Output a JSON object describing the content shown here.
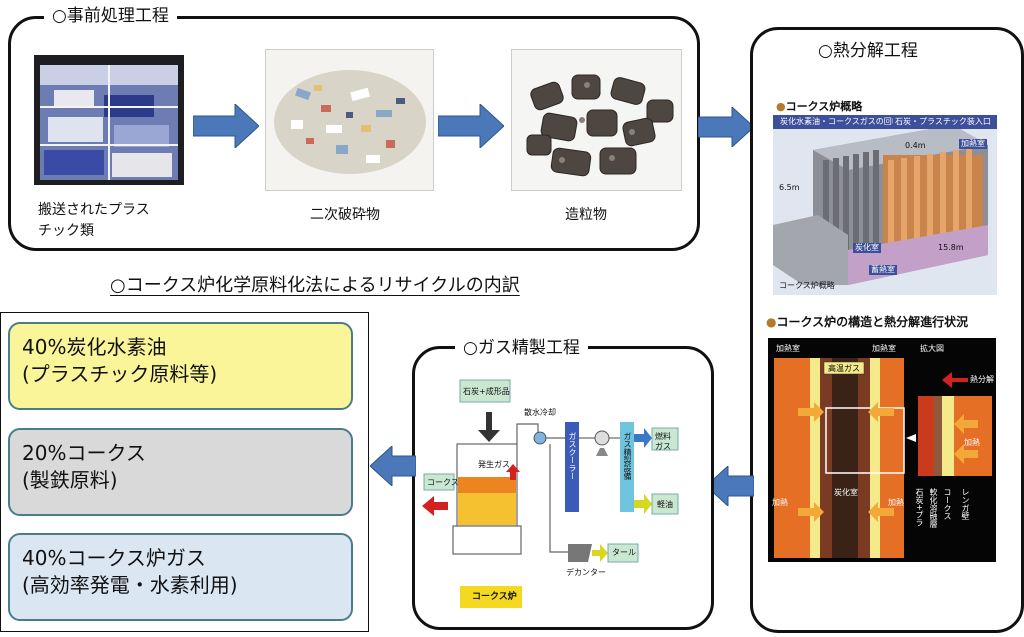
{
  "pretreatment": {
    "title": "○事前処理工程",
    "steps": [
      {
        "caption_line1": "搬送されたプラス",
        "caption_line2": "チック類"
      },
      {
        "caption_line1": "二次破砕物"
      },
      {
        "caption_line1": "造粒物"
      }
    ]
  },
  "pyrolysis": {
    "title": "○熱分解工程",
    "overview_label": "コークス炉概略",
    "overview_texts": {
      "charge": "炭化水素油・コークスガスの回収装置",
      "inlet": "石炭・プラスチック装入口",
      "heat_chamber": "加熱室",
      "width": "0.4m",
      "height": "6.5m",
      "carbon_room": "炭化室",
      "combustion": "蓄熱室",
      "length": "15.8m",
      "caption": "コークス炉概略"
    },
    "structure_label": "コークス炉の構造と熱分解進行状況",
    "structure_texts": {
      "heat_left": "加熱室",
      "heat_right": "加熱室",
      "hot_gas": "高温ガス",
      "enlarged": "拡大図",
      "heat_flow": "熱分解",
      "heat_side1": "加熱",
      "heat_side2": "加熱",
      "heat_side3": "加熱",
      "carbon_room": "炭化室",
      "coal_plastic": "石炭+プラ",
      "softened": "軟化溶融層",
      "coke": "コークス",
      "brick_wall": "レンガ壁"
    }
  },
  "gas_refining": {
    "title": "○ガス精製工程",
    "texts": {
      "input": "石炭+成形品",
      "water_cooler": "散水冷却",
      "generated_gas": "発生ガス",
      "coke": "コークス",
      "gas_cooler": "ガスクーラー",
      "gas_refine": "ガス精製設備",
      "fuel_gas": "燃料ガス",
      "light_oil": "軽油",
      "tar": "タール",
      "decanter": "デカンター",
      "coke_oven": "コークス炉"
    }
  },
  "heading": "○コークス炉化学原料化法によるリサイクルの内訳",
  "results": [
    {
      "line1": "40%炭化水素油",
      "line2": "(プラスチック原料等)",
      "color": "#fbf59a"
    },
    {
      "line1": "20%コークス",
      "line2": "(製鉄原料)",
      "color": "#d9d9d9"
    },
    {
      "line1": "40%コークス炉ガス",
      "line2": "(高効率発電・水素利用)",
      "color": "#dbe6f3"
    }
  ],
  "colors": {
    "arrow_blue": "#4a78b8",
    "frame": "#111111",
    "result_border": "#4a7d8a"
  }
}
